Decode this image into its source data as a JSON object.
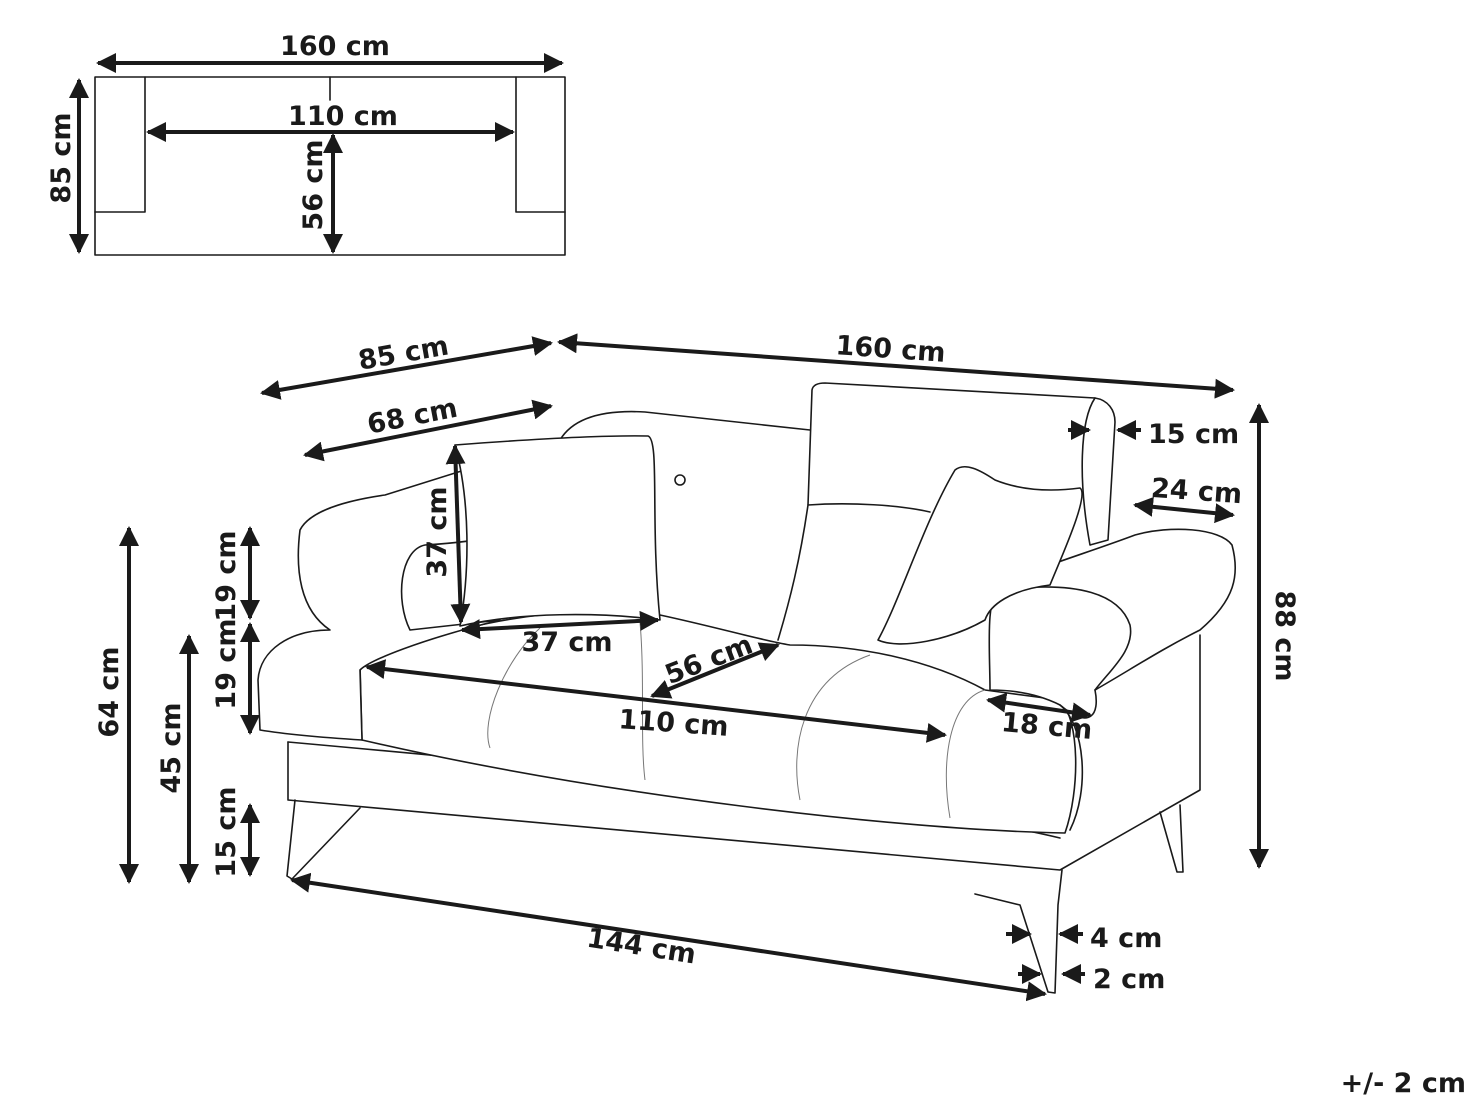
{
  "top_view": {
    "width": "160 cm",
    "depth": "85 cm",
    "seat_width": "110 cm",
    "seat_depth": "56 cm"
  },
  "front_view": {
    "depth": "85 cm",
    "width": "160 cm",
    "arm_depth": "68 cm",
    "back_cushion_thickness": "15 cm",
    "back_above_arm": "24 cm",
    "total_height": "88 cm",
    "arm_upper": "19 cm",
    "arm_lower": "19 cm",
    "arm_height": "64 cm",
    "seat_height": "45 cm",
    "leg_height": "15 cm",
    "pillow_height": "37 cm",
    "pillow_width": "37 cm",
    "seat_depth": "56 cm",
    "seat_width": "110 cm",
    "arm_width": "18 cm",
    "base_width": "144 cm",
    "leg_top": "4 cm",
    "leg_bottom": "2 cm"
  },
  "tolerance": "+/- 2 cm"
}
